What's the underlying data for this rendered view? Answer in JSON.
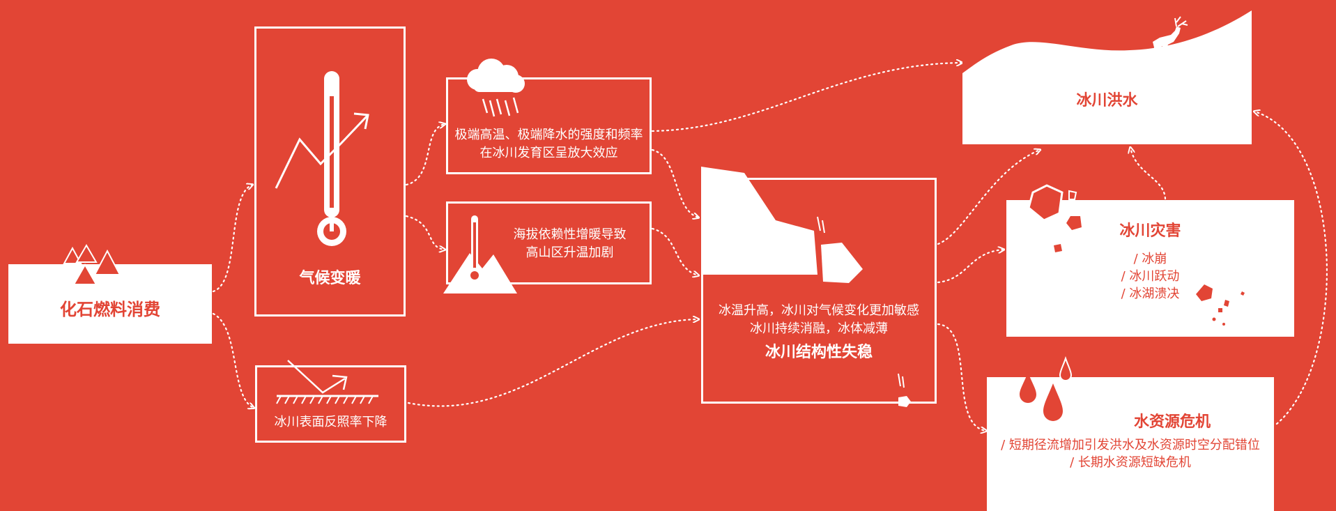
{
  "colors": {
    "background": "#e24535",
    "foreground": "#ffffff"
  },
  "nodes": {
    "fossil": {
      "title": "化石燃料消费"
    },
    "climate": {
      "title": "气候变暖"
    },
    "extreme": {
      "line1": "极端高温、极端降水的强度和频率",
      "line2": "在冰川发育区呈放大效应"
    },
    "elevation": {
      "line1": "海拔依赖性增暖导致",
      "line2": "高山区升温加剧"
    },
    "albedo": {
      "title": "冰川表面反照率下降"
    },
    "instability": {
      "line1": "冰温升高，冰川对气候变化更加敏感",
      "line2": "冰川持续消融，冰体减薄",
      "title": "冰川结构性失稳"
    },
    "flood": {
      "title": "冰川洪水"
    },
    "disaster": {
      "title": "冰川灾害",
      "items": [
        "/ 冰崩",
        "/ 冰川跃动",
        "/ 冰湖溃决"
      ]
    },
    "water": {
      "title": "水资源危机",
      "line1": "/ 短期径流增加引发洪水及水资源时空分配错位",
      "line2": "/ 长期水资源短缺危机"
    }
  },
  "icons": [
    "mountains-icon",
    "thermometer-icon",
    "rising-arrow-icon",
    "rain-cloud-icon",
    "snow-mountain-icon",
    "reflection-icon",
    "ice-cliff-icon",
    "falling-ice-icon",
    "deer-icon",
    "rocks-icon",
    "water-drops-icon"
  ]
}
